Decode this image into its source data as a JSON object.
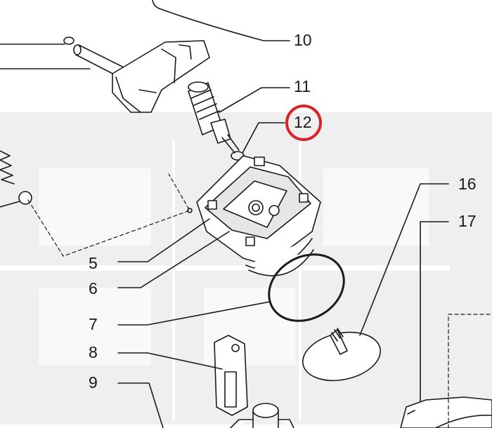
{
  "callouts": [
    {
      "id": "10",
      "label": "10",
      "highlighted": false
    },
    {
      "id": "11",
      "label": "11",
      "highlighted": false
    },
    {
      "id": "12",
      "label": "12",
      "highlighted": true
    },
    {
      "id": "16",
      "label": "16",
      "highlighted": false
    },
    {
      "id": "17",
      "label": "17",
      "highlighted": false
    },
    {
      "id": "5",
      "label": "5",
      "highlighted": false
    },
    {
      "id": "6",
      "label": "6",
      "highlighted": false
    },
    {
      "id": "7",
      "label": "7",
      "highlighted": false
    },
    {
      "id": "8",
      "label": "8",
      "highlighted": false
    },
    {
      "id": "9",
      "label": "9",
      "highlighted": false
    }
  ],
  "colors": {
    "line": "#1a1a1a",
    "highlight_ring": "#d9232a",
    "watermark_bg": "#efefef",
    "part_fill": "#ffffff",
    "part_shade": "#e6e6e6"
  }
}
